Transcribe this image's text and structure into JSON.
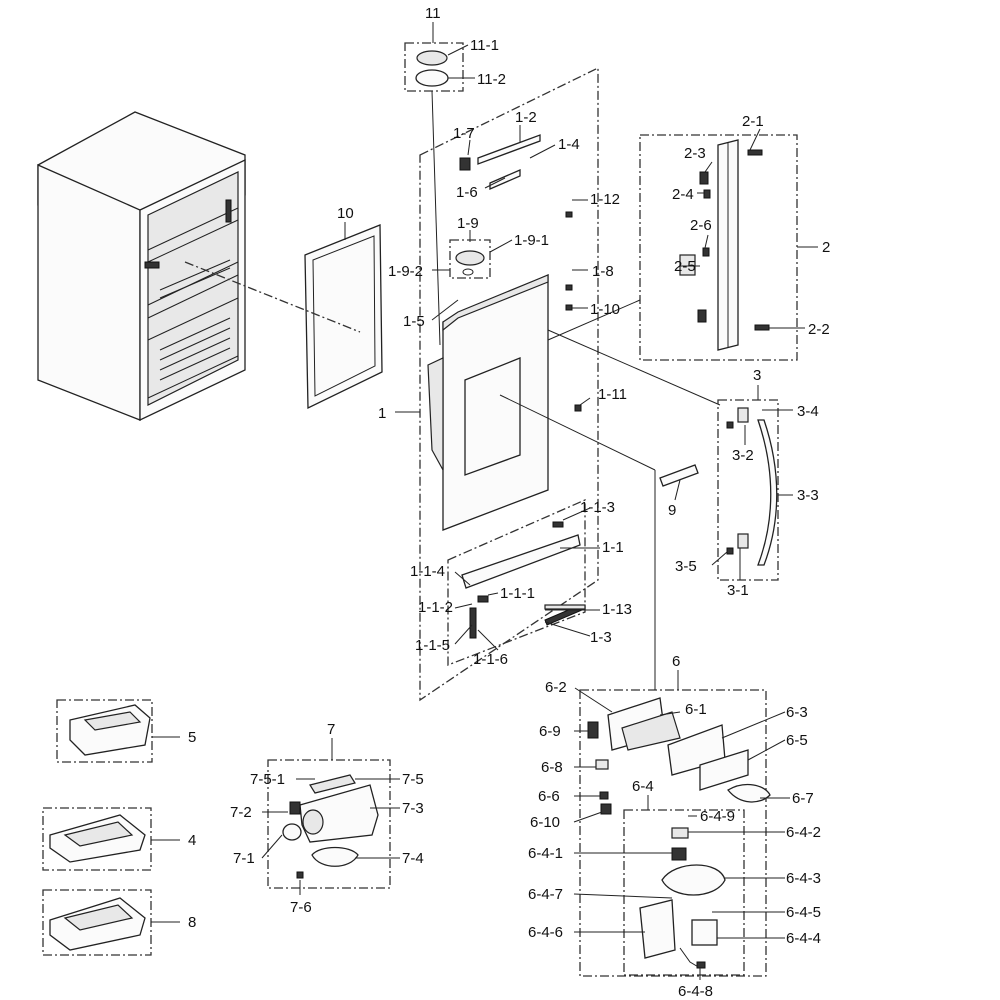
{
  "callouts": {
    "c11": "11",
    "c11_1": "11-1",
    "c11_2": "11-2",
    "c10": "10",
    "c1": "1",
    "c1_2": "1-2",
    "c1_4": "1-4",
    "c1_6": "1-6",
    "c1_7": "1-7",
    "c1_12": "1-12",
    "c1_9": "1-9",
    "c1_9_1": "1-9-1",
    "c1_9_2": "1-9-2",
    "c1_8": "1-8",
    "c1_5": "1-5",
    "c1_10": "1-10",
    "c1_11": "1-11",
    "c1_1": "1-1",
    "c1_1_1": "1-1-1",
    "c1_1_2": "1-1-2",
    "c1_1_3": "1-1-3",
    "c1_1_4": "1-1-4",
    "c1_1_5": "1-1-5",
    "c1_1_6": "1-1-6",
    "c1_13": "1-13",
    "c1_3": "1-3",
    "c2": "2",
    "c2_1": "2-1",
    "c2_2": "2-2",
    "c2_3": "2-3",
    "c2_4": "2-4",
    "c2_5": "2-5",
    "c2_6": "2-6",
    "c3": "3",
    "c3_1": "3-1",
    "c3_2": "3-2",
    "c3_3": "3-3",
    "c3_4": "3-4",
    "c3_5": "3-5",
    "c9": "9",
    "c5": "5",
    "c4": "4",
    "c8": "8",
    "c7": "7",
    "c7_1": "7-1",
    "c7_2": "7-2",
    "c7_3": "7-3",
    "c7_4": "7-4",
    "c7_5": "7-5",
    "c7_5_1": "7-5-1",
    "c7_6": "7-6",
    "c6": "6",
    "c6_1": "6-1",
    "c6_2": "6-2",
    "c6_3": "6-3",
    "c6_5": "6-5",
    "c6_6": "6-6",
    "c6_7": "6-7",
    "c6_8": "6-8",
    "c6_9": "6-9",
    "c6_10": "6-10",
    "c6_4": "6-4",
    "c6_4_1": "6-4-1",
    "c6_4_2": "6-4-2",
    "c6_4_3": "6-4-3",
    "c6_4_4": "6-4-4",
    "c6_4_5": "6-4-5",
    "c6_4_6": "6-4-6",
    "c6_4_7": "6-4-7",
    "c6_4_8": "6-4-8",
    "c6_4_9": "6-4-9"
  },
  "colors": {
    "line": "#222222",
    "background": "#ffffff"
  }
}
